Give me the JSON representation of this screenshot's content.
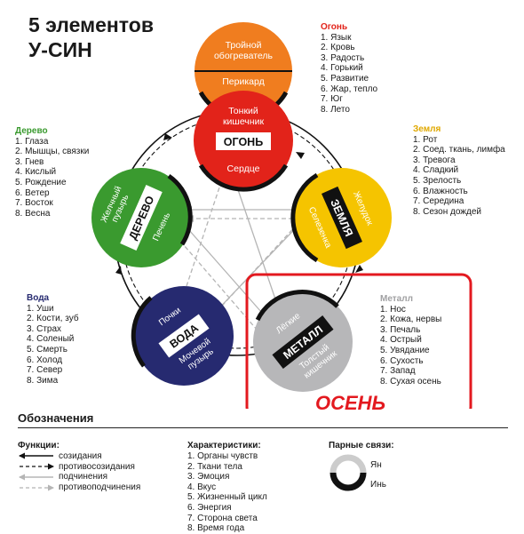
{
  "title": {
    "line1": "5 элементов",
    "line2": "У-СИН"
  },
  "colors": {
    "fire": "#e2231a",
    "fire_top": "#f07d1f",
    "earth": "#f5c400",
    "metal": "#b7b7b9",
    "water": "#262a70",
    "wood": "#3a9a2f",
    "highlight": "#e3191f"
  },
  "elements": {
    "fire": {
      "name": "ОГОНЬ",
      "organ_top1": "Тонкий",
      "organ_top2": "кишечник",
      "organ_bottom": "Сердце",
      "ext_top1": "Тройной",
      "ext_top2": "обогреватель",
      "ext_bottom": "Перикард"
    },
    "earth": {
      "name": "ЗЕМЛЯ",
      "organ_a": "Желудок",
      "organ_b": "Селезенка"
    },
    "metal": {
      "name": "МЕТАЛЛ",
      "organ_a": "Лёгкие",
      "organ_b1": "Толстый",
      "organ_b2": "кишечник"
    },
    "water": {
      "name": "ВОДА",
      "organ_a": "Почки",
      "organ_b1": "Мочевой",
      "organ_b2": "пузырь"
    },
    "wood": {
      "name": "ДЕРЕВО",
      "organ_a1": "Желчный",
      "organ_a2": "пузырь",
      "organ_b": "Печень"
    }
  },
  "lists": {
    "fire": {
      "title": "Огонь",
      "items": [
        "1. Язык",
        "2. Кровь",
        "3. Радость",
        "4. Горький",
        "5. Развитие",
        "6. Жар, тепло",
        "7. Юг",
        "8. Лето"
      ]
    },
    "earth": {
      "title": "Земля",
      "items": [
        "1. Рот",
        "2. Соед. ткань, лимфа",
        "3. Тревога",
        "4. Сладкий",
        "5. Зрелость",
        "6. Влажность",
        "7. Середина",
        "8. Сезон дождей"
      ]
    },
    "wood": {
      "title": "Дерево",
      "items": [
        "1. Глаза",
        "2. Мышцы, связки",
        "3. Гнев",
        "4. Кислый",
        "5. Рождение",
        "6. Ветер",
        "7. Восток",
        "8. Весна"
      ]
    },
    "water": {
      "title": "Вода",
      "items": [
        "1. Уши",
        "2. Кости, зуб",
        "3. Страх",
        "4. Соленый",
        "5. Смерть",
        "6. Холод",
        "7. Север",
        "8. Зима"
      ]
    },
    "metal": {
      "title": "Металл",
      "items": [
        "1. Нос",
        "2. Кожа, нервы",
        "3. Печаль",
        "4. Острый",
        "5. Увядание",
        "6. Сухость",
        "7. Запад",
        "8. Сухая осень"
      ]
    }
  },
  "autumn": "ОСЕНЬ",
  "legend": {
    "title": "Обозначения",
    "functions": {
      "title": "Функции:",
      "items": [
        "созидания",
        "противосозидания",
        "подчинения",
        "противоподчинения"
      ]
    },
    "characteristics": {
      "title": "Характеристики:",
      "items": [
        "1. Органы чувств",
        "2. Ткани тела",
        "3. Эмоция",
        "4. Вкус",
        "5. Жизненный цикл",
        "6. Энергия",
        "7. Сторона света",
        "8. Время года"
      ]
    },
    "pairs": {
      "title": "Парные связи:",
      "yan": "Ян",
      "yin": "Инь"
    }
  }
}
